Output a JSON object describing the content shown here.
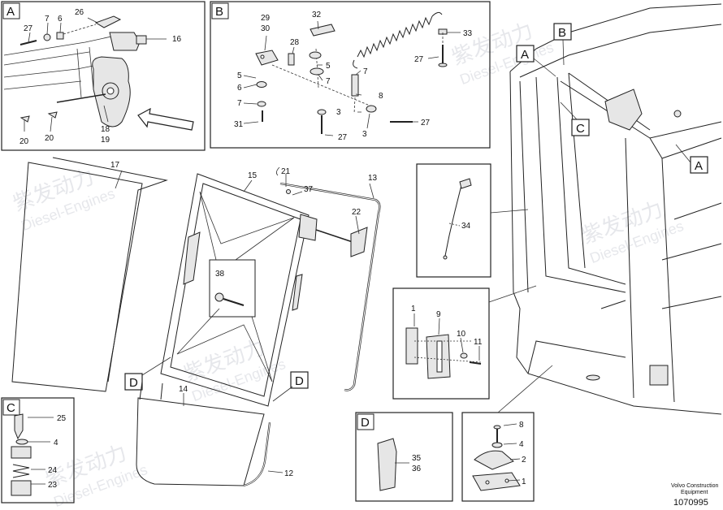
{
  "detail_boxes": {
    "A": "A",
    "B": "B",
    "C": "C",
    "D": "D"
  },
  "callouts": {
    "A_top": "A",
    "B_top": "B",
    "C_top": "C",
    "A_right": "A",
    "D_left": "D",
    "D_right": "D"
  },
  "part_numbers": {
    "p27a": "27",
    "p7a": "7",
    "p6a": "6",
    "p26": "26",
    "p16": "16",
    "p18": "18",
    "p19": "19",
    "p20a": "20",
    "p20b": "20",
    "p29": "29",
    "p30": "30",
    "p28": "28",
    "p32": "32",
    "p33": "33",
    "p5a": "5",
    "p5b": "5",
    "p6b": "6",
    "p7b": "7",
    "p7c": "7",
    "p8": "8",
    "p3a": "3",
    "p3b": "3",
    "p31": "31",
    "p27b": "27",
    "p27c": "27",
    "p27d": "27",
    "p17": "17",
    "p15": "15",
    "p21": "21",
    "p37": "37",
    "p13": "13",
    "p22": "22",
    "p38": "38",
    "p14": "14",
    "p12": "12",
    "p34": "34",
    "p1a": "1",
    "p9": "9",
    "p10": "10",
    "p11": "11",
    "p25": "25",
    "p4a": "4",
    "p24": "24",
    "p23": "23",
    "p35": "35",
    "p36": "36",
    "p8b": "8",
    "p4b": "4",
    "p2": "2",
    "p1b": "1"
  },
  "footer": {
    "brand_line1": "Volvo Construction",
    "brand_line2": "Equipment",
    "doc_number": "1070995"
  },
  "watermark": {
    "cn": "紫发动力",
    "en": "Diesel-Engines"
  }
}
